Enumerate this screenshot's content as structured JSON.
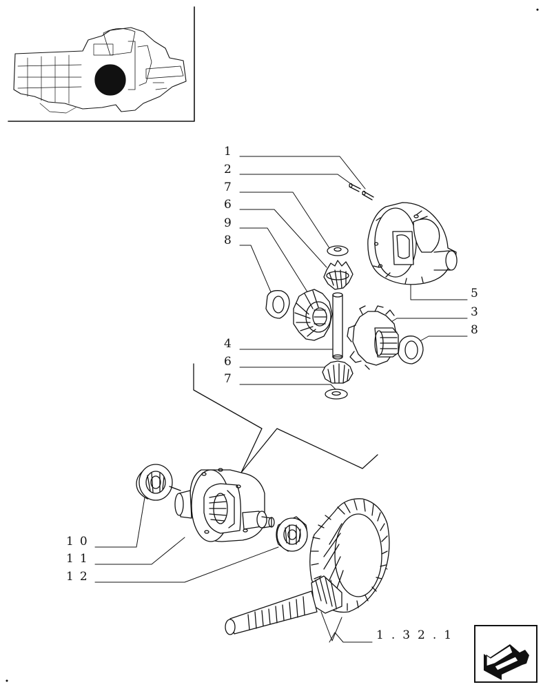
{
  "diagram": {
    "callouts": {
      "c1": "1",
      "c2": "2",
      "c7a": "7",
      "c6a": "6",
      "c9": "9",
      "c8a": "8",
      "c5": "5",
      "c3": "3",
      "c8b": "8",
      "c4": "4",
      "c6b": "6",
      "c7b": "7",
      "c10": "10",
      "c11": "11",
      "c12": "12"
    },
    "reference": "1.32.1"
  },
  "icons": {
    "nav": "next-page-arrow-icon",
    "overview": "transmission-overview-thumbnail"
  }
}
